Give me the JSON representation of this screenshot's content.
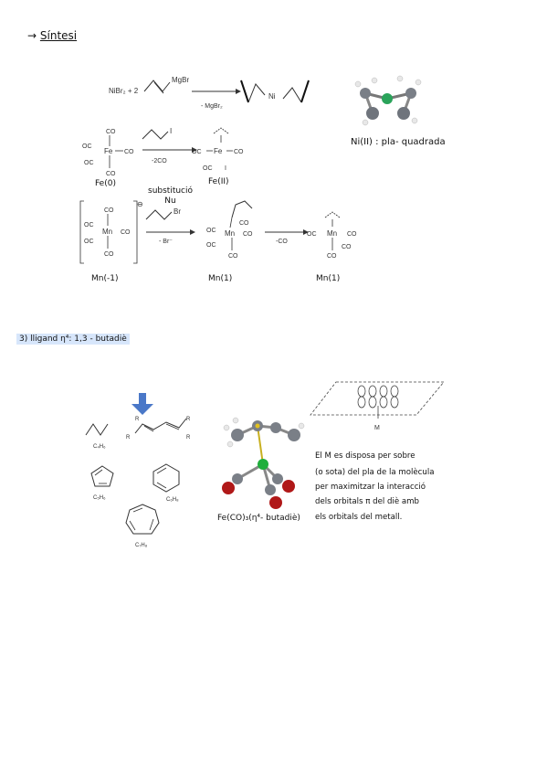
{
  "header": {
    "arrow": "→",
    "title": "Síntesi"
  },
  "reaction1": {
    "reactant": "NiBr₂ + 2",
    "reagent": "MgBr",
    "byproduct": "- MgBr₂",
    "center": "Ni"
  },
  "ni_model": {
    "label": "Ni(II) : pla- quadrada"
  },
  "reaction2": {
    "left_co": [
      "CO",
      "OC",
      "CO",
      "OC",
      "CO"
    ],
    "left_center": "Fe",
    "reagent": "I",
    "condition": "-2CO",
    "right_center": "Fe",
    "right_ligands": [
      "OC",
      "CO",
      "OC",
      "I"
    ],
    "left_label": "Fe(0)",
    "right_label": "Fe(II)"
  },
  "reaction3": {
    "charge": "⊖",
    "annotation_line1": "substitució",
    "annotation_line2": "Nu",
    "left_center": "Mn",
    "left_ligands": [
      "CO",
      "OC",
      "CO",
      "OC",
      "CO"
    ],
    "reagent": "Br",
    "condition1": "- Br⁻",
    "mid_center": "Mn",
    "mid_ligands": [
      "CO",
      "OC",
      "CO",
      "OC",
      "CO"
    ],
    "condition2": "-CO",
    "right_center": "Mn",
    "right_ligands": [
      "CO",
      "OC",
      "CO",
      "CO"
    ],
    "label_left": "Mn(-1)",
    "label_mid": "Mn(1)",
    "label_right": "Mn(1)"
  },
  "section3": {
    "title": "3) lligand η⁴: 1,3 - butadiè"
  },
  "ligands": {
    "butadiene": "C₄H₆",
    "cp": "C₅H₆",
    "chd": "C₆H₈",
    "cht": "C₇H₈",
    "subst": "R"
  },
  "fe_model": {
    "label": "Fe(CO)₃(η⁴- butadiè)"
  },
  "orbital": {
    "metal": "M"
  },
  "notes": {
    "lines": [
      "El M es disposa per sobre",
      "(o sota) del pla de la molècula",
      "per maximitzar la interacció",
      "dels orbitals π del diè amb",
      "els orbitals del metall."
    ]
  },
  "colors": {
    "arrow_blue": "#4a78c8",
    "ni_green": "#2aa35a",
    "o_red": "#b01818",
    "fe_green": "#1fae3c",
    "s_yellow": "#e0c020",
    "highlight": "#d7e6fb"
  }
}
